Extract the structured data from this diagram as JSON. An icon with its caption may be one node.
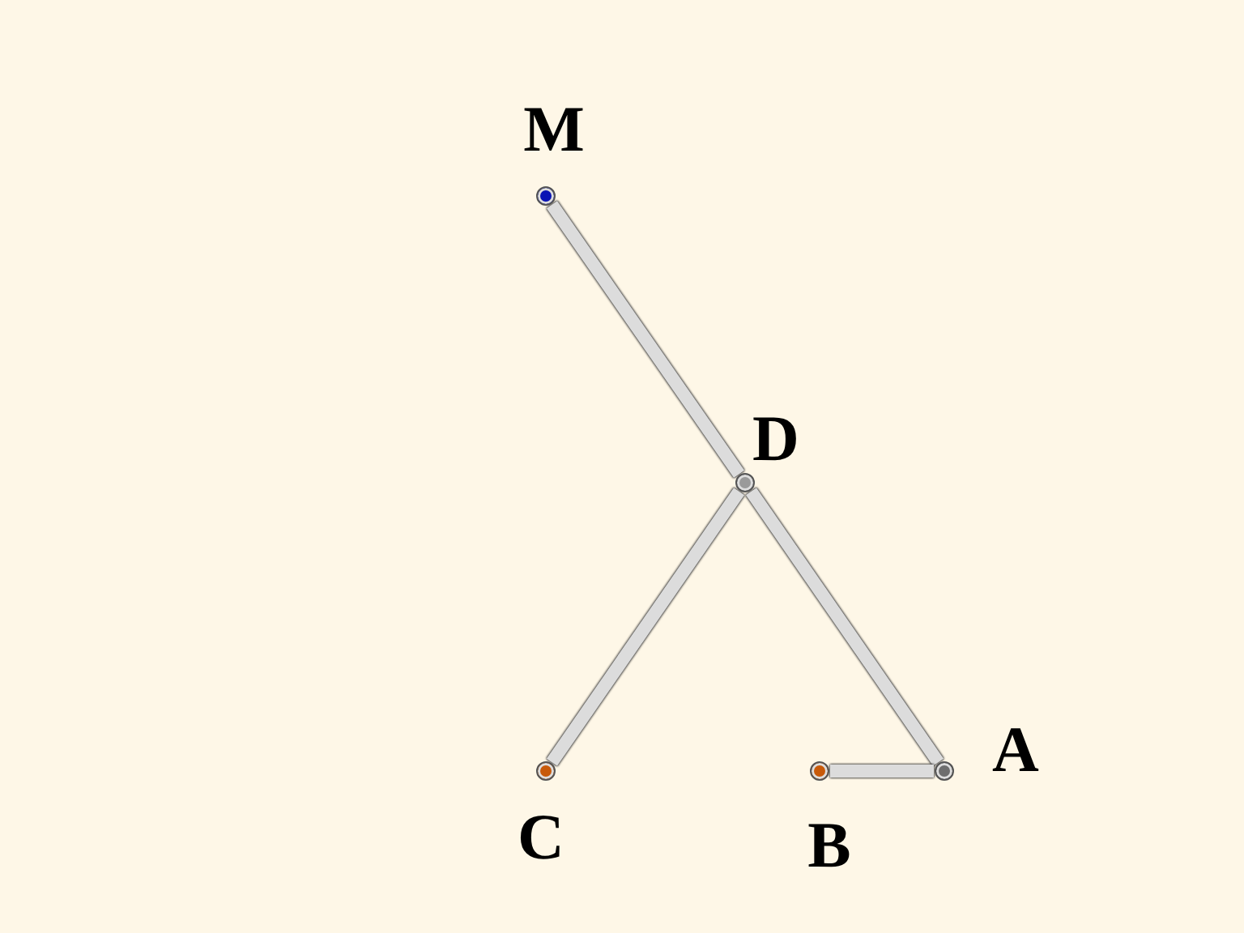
{
  "diagram": {
    "nodes": [
      {
        "text": [],
        "shape": "circle",
        "beside": [
          "M"
        ]
      },
      {
        "text": [],
        "shape": "circle",
        "beside": [
          "D"
        ]
      },
      {
        "text": [],
        "shape": "circle",
        "beside": [
          "C"
        ]
      },
      {
        "text": [],
        "shape": "circle",
        "beside": [
          "B"
        ]
      },
      {
        "text": [],
        "shape": "circle",
        "beside": [
          "A"
        ]
      }
    ],
    "edges": [
      {
        "from": 0,
        "to": 1,
        "arrow": "none"
      },
      {
        "from": 1,
        "to": 4,
        "arrow": "none"
      },
      {
        "from": 1,
        "to": 2,
        "arrow": "none"
      },
      {
        "from": 3,
        "to": 4,
        "arrow": "none"
      }
    ]
  }
}
